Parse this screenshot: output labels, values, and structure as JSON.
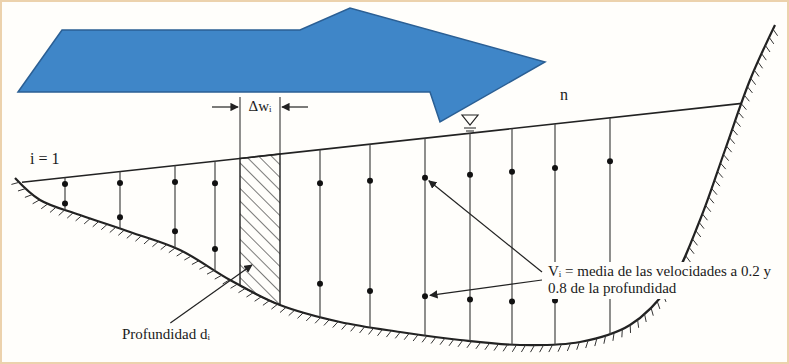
{
  "diagram": {
    "labels": [
      "Δwᵢ",
      "i = 1",
      "n",
      "Profundidad dᵢ",
      "Vᵢ = media de las velocidades a 0.2 y 0.8 de la profundidad"
    ]
  }
}
